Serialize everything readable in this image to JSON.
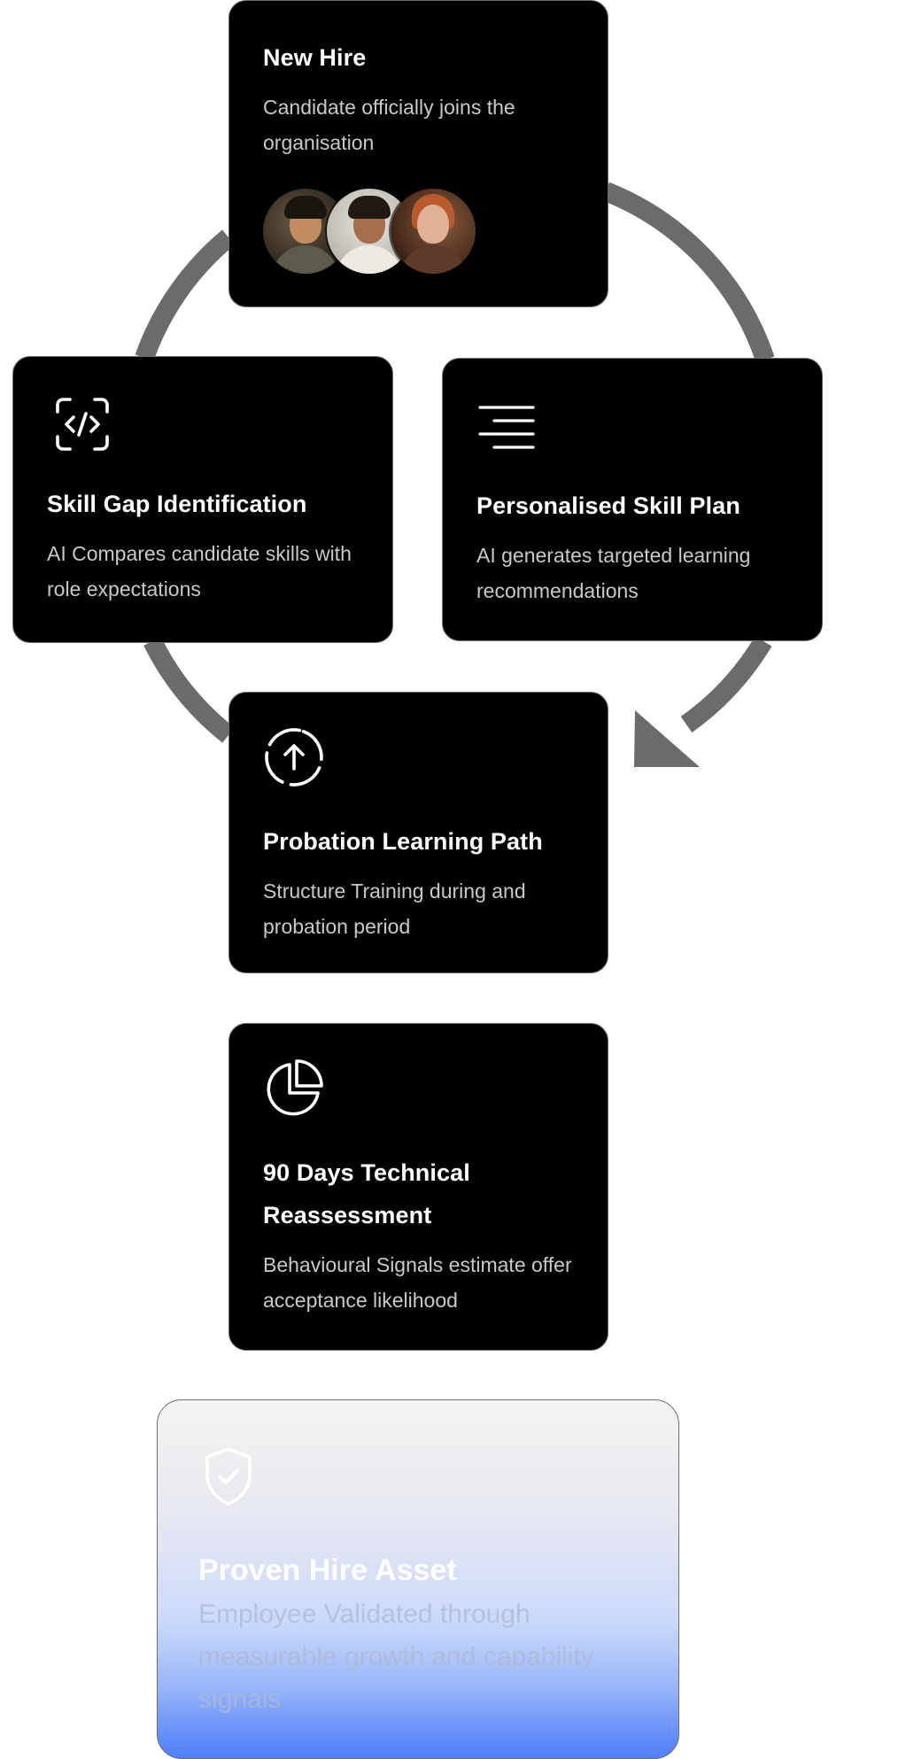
{
  "diagram": {
    "cards": {
      "new_hire": {
        "title": "New Hire",
        "description": "Candidate officially joins the organisation",
        "avatars": [
          "avatar-person-1",
          "avatar-person-2",
          "avatar-person-3"
        ]
      },
      "skill_gap": {
        "title": "Skill Gap Identification",
        "description": "AI Compares candidate skills with role expectations",
        "icon": "code-scan-icon"
      },
      "skill_plan": {
        "title": "Personalised Skill Plan",
        "description": "AI generates targeted learning recommendations",
        "icon": "text-align-right-icon"
      },
      "probation": {
        "title": "Probation Learning Path",
        "description": "Structure Training during and probation period",
        "icon": "dashed-circle-arrow-up-icon"
      },
      "ninety_days": {
        "title": "90 Days Technical Reassessment",
        "description": "Behavioural Signals estimate offer acceptance likelihood",
        "icon": "pie-chart-icon"
      },
      "proven": {
        "title": "Proven Hire Asset",
        "description": "Employee Validated through measurable growth and capability signals",
        "icon": "shield-check-icon"
      }
    },
    "colors": {
      "card_bg": "#000000",
      "ring": "#6b6b6b",
      "accent_blue": "#5080f8"
    }
  }
}
